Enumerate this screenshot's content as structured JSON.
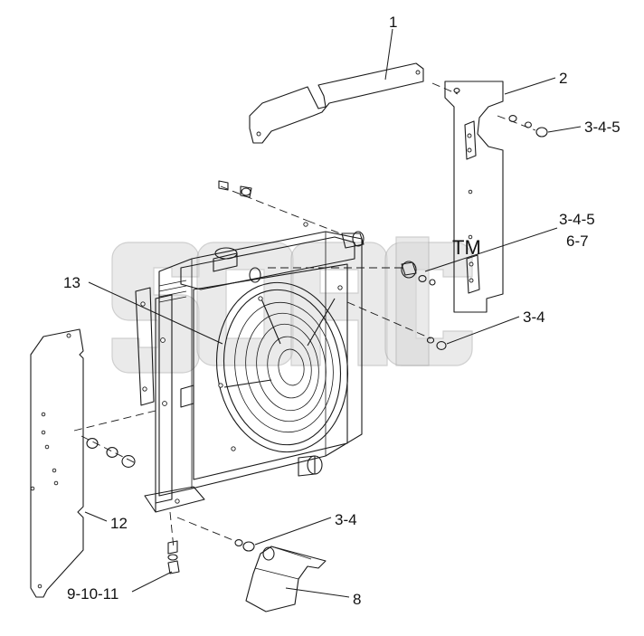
{
  "diagram": {
    "watermark_text": "ТМ",
    "parts": [
      {
        "id": "part-1",
        "label": "1"
      },
      {
        "id": "part-2",
        "label": "2"
      },
      {
        "id": "part-3-4-5-top",
        "label": "3-4-5"
      },
      {
        "id": "part-3-4-5-mid",
        "label": "3-4-5"
      },
      {
        "id": "part-6-7",
        "label": "6-7"
      },
      {
        "id": "part-3-4-right",
        "label": "3-4"
      },
      {
        "id": "part-13",
        "label": "13"
      },
      {
        "id": "part-12",
        "label": "12"
      },
      {
        "id": "part-3-4-bottom",
        "label": "3-4"
      },
      {
        "id": "part-9-10-11",
        "label": "9-10-11"
      },
      {
        "id": "part-8",
        "label": "8"
      }
    ]
  }
}
